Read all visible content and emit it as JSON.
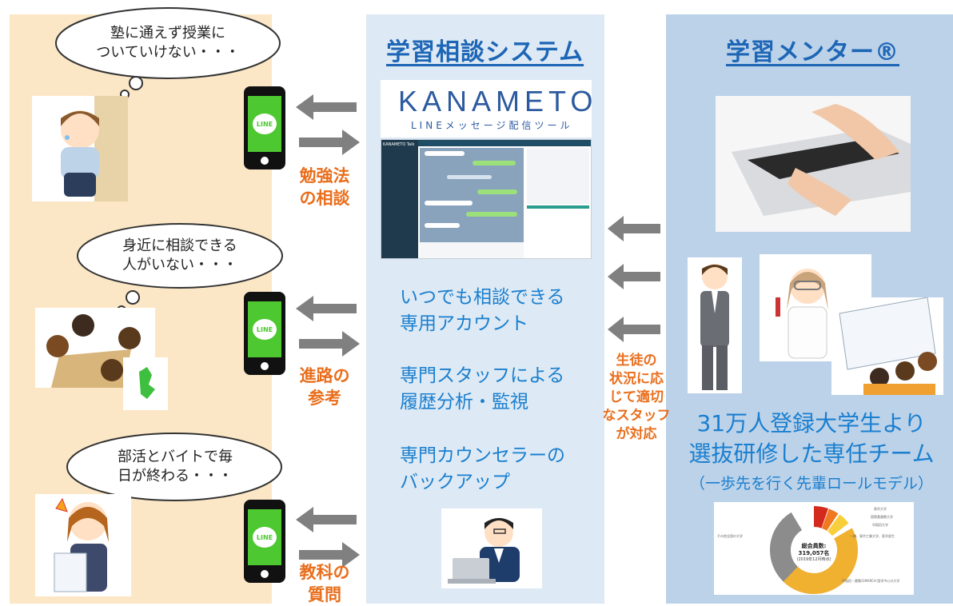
{
  "headings": {
    "middle": "学習相談システム",
    "right": "学習メンター®"
  },
  "left": {
    "bubble1": "塾に通えず授業に\nついていけない・・・",
    "bubble2": "身近に相談できる\n人がいない・・・",
    "bubble3": "部活とバイトで毎\n日が終わる・・・",
    "phone_icon_text": "LINE",
    "label1": "勉強法\nの相談",
    "label2": "進路の\n参考",
    "label3": "教科の\n質問"
  },
  "middle": {
    "logo": "KANAMETO",
    "logo_sub": "LINEメッセージ配信ツール",
    "app_title": "KANAMETO Talk",
    "feature1": "いつでも相談できる\n専用アカウント",
    "feature2": "専門スタッフによる\n履歴分析・監視",
    "feature3": "専門カウンセラーの\nバックアップ"
  },
  "arrow_label": "生徒の\n状況に応\nじて適切\nなスタッフ\nが対応",
  "right": {
    "team_line1": "31万人登録大学生より",
    "team_line2": "選抜研修した専任チーム",
    "team_line3": "（一歩先を行く先輩ロールモデル）",
    "donut": {
      "center_line1": "総会員数:",
      "center_line2": "319,057名",
      "center_line3": "(2019年12月時点)",
      "legend": [
        "東京大学",
        "国際基督教大学",
        "早稲田大学",
        "一橋、東京工業大学、医学部生",
        "早稲田・慶應/GMARCH 国学中心の大学",
        "その他全国の大学"
      ]
    }
  },
  "colors": {
    "left_bg": "#fbe7c6",
    "middle_bg": "#dde9f4",
    "right_bg": "#bcd2e9",
    "heading": "#1d66b6",
    "orange": "#e96e1c",
    "blue_text": "#1a7fcf",
    "line_green": "#4ec830",
    "arrow": "#808080"
  }
}
